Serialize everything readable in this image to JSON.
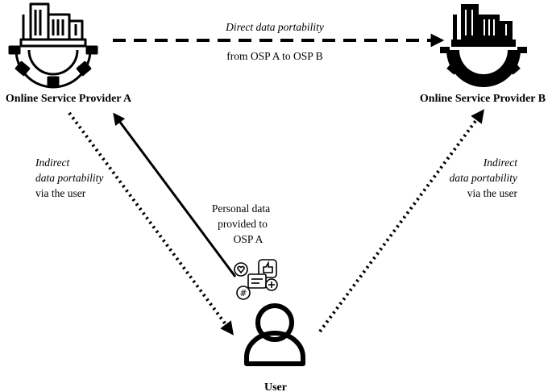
{
  "nodes": {
    "osp_a": {
      "label": "Online Service Provider A",
      "icon": "factory-gear-outline-icon"
    },
    "osp_b": {
      "label": "Online Service Provider B",
      "icon": "factory-gear-filled-icon"
    },
    "user": {
      "label": "User",
      "icon": "user-icon"
    },
    "social": {
      "icon": "social-media-icons"
    }
  },
  "edges": {
    "direct": {
      "line1": "Direct data portability",
      "line2": "from OSP A to OSP B",
      "style": "dashed"
    },
    "indirect_a": {
      "line1": "Indirect",
      "line2": "data portability",
      "line3": "via the user",
      "style": "dotted"
    },
    "indirect_b": {
      "line1": "Indirect",
      "line2": "data portability",
      "line3": "via the user",
      "style": "dotted"
    },
    "personal": {
      "line1": "Personal data",
      "line2": "provided to",
      "line3": "OSP A",
      "style": "solid"
    }
  },
  "colors": {
    "stroke": "#000000",
    "background": "#ffffff"
  }
}
